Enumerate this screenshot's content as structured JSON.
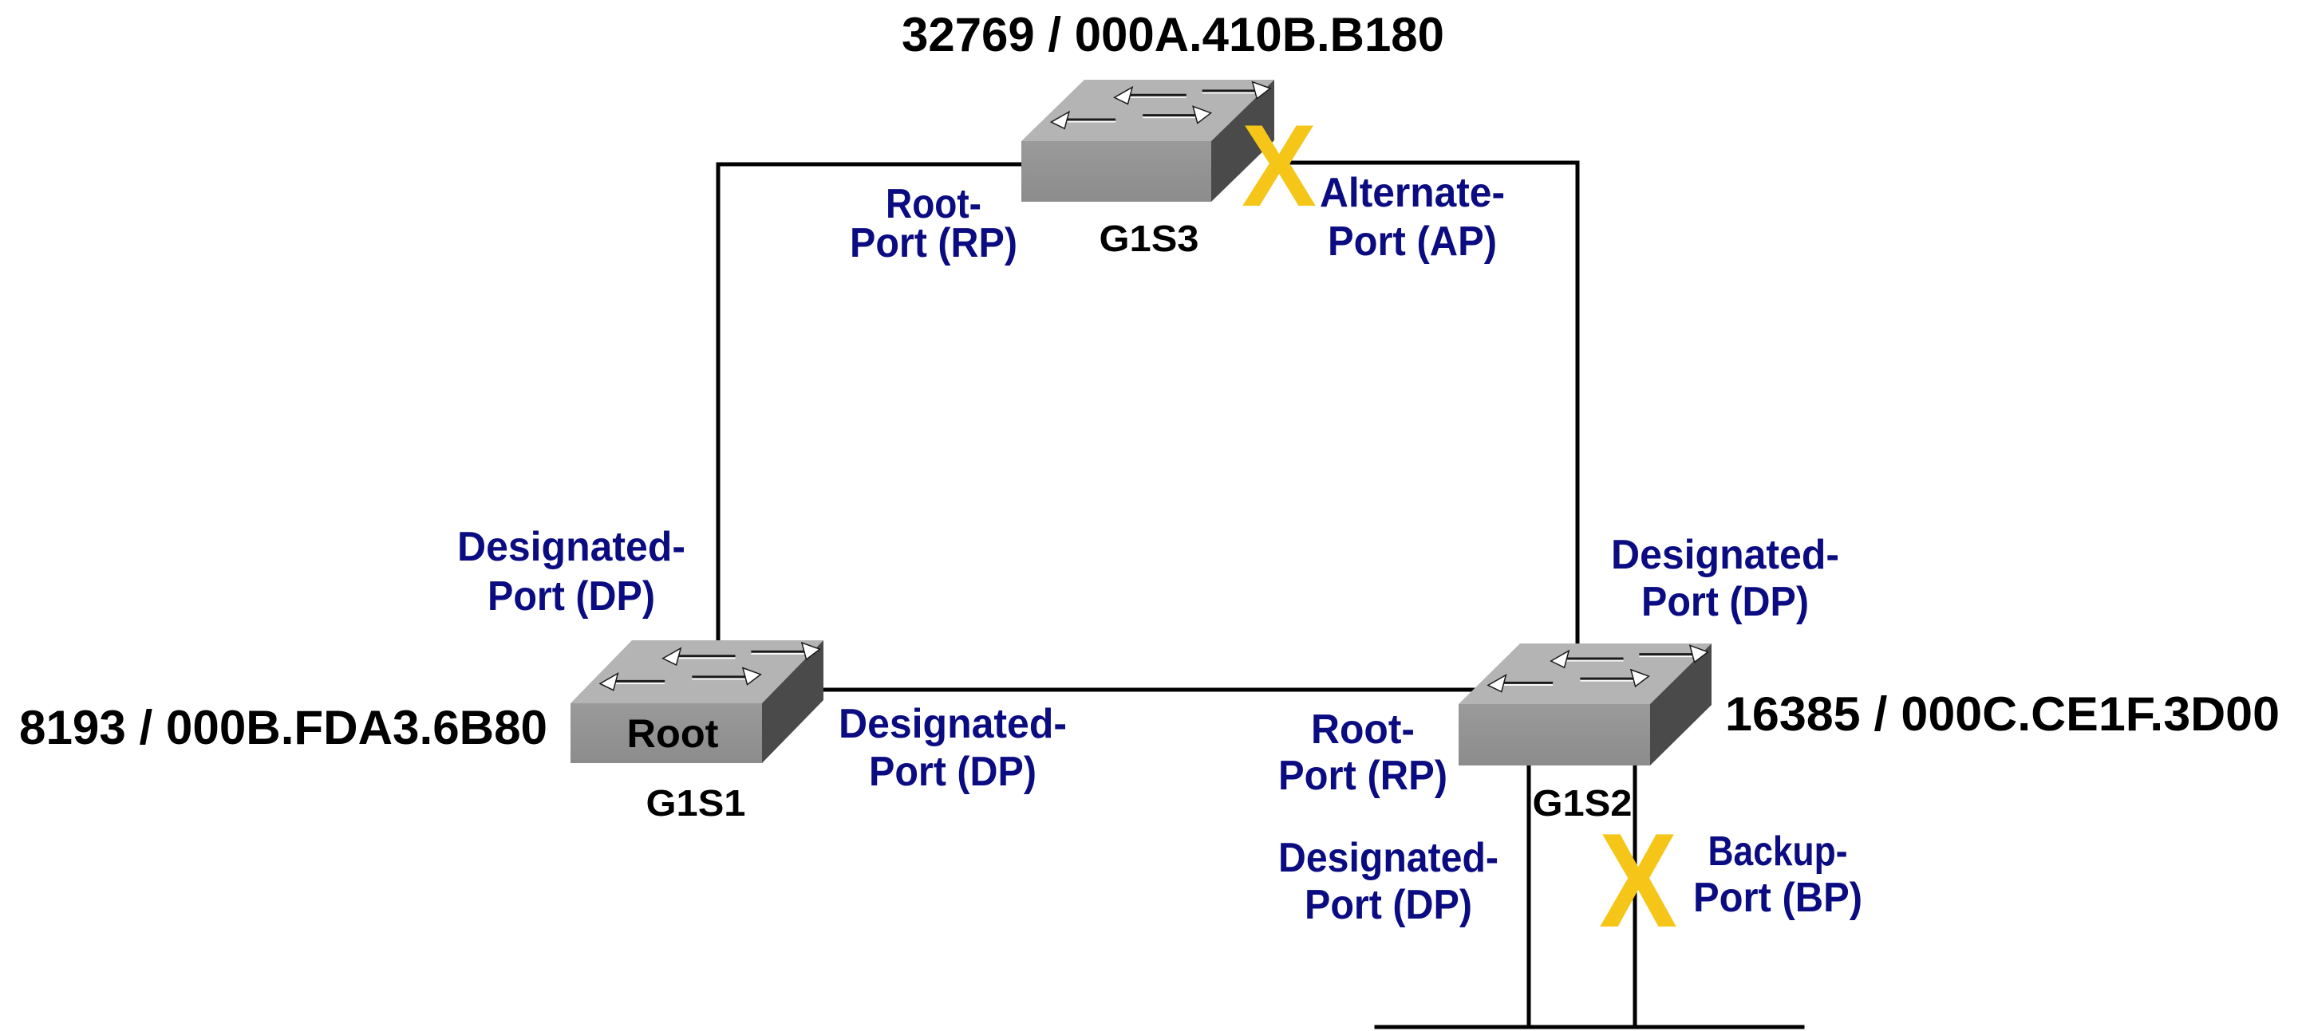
{
  "colors": {
    "port_label": "#0b0b82",
    "blocked_mark": "#f5c518",
    "switch_front": "#8c8c8c",
    "switch_top": "#b4b4b4",
    "switch_side": "#4a4a4a",
    "link": "#000000"
  },
  "switches": {
    "g1s3": {
      "name": "G1S3",
      "bridge_id": "32769 / 000A.410B.B180",
      "face_label": ""
    },
    "g1s1": {
      "name": "G1S1",
      "bridge_id": "8193 / 000B.FDA3.6B80",
      "face_label": "Root"
    },
    "g1s2": {
      "name": "G1S2",
      "bridge_id": "16385 / 000C.CE1F.3D00",
      "face_label": ""
    }
  },
  "ports": {
    "g1s3_root": {
      "line1": "Root-",
      "line2": "Port (RP)"
    },
    "g1s3_alternate": {
      "line1": "Alternate-",
      "line2": "Port (AP)"
    },
    "g1s1_designated_up": {
      "line1": "Designated-",
      "line2": "Port (DP)"
    },
    "g1s1_designated_right": {
      "line1": "Designated-",
      "line2": "Port (DP)"
    },
    "g1s2_designated_up": {
      "line1": "Designated-",
      "line2": "Port (DP)"
    },
    "g1s2_root": {
      "line1": "Root-",
      "line2": "Port (RP)"
    },
    "g1s2_designated_down": {
      "line1": "Designated-",
      "line2": "Port (DP)"
    },
    "g1s2_backup": {
      "line1": "Backup-",
      "line2": "Port (BP)"
    }
  },
  "blocked_marks": {
    "alternate": "X",
    "backup": "X"
  }
}
